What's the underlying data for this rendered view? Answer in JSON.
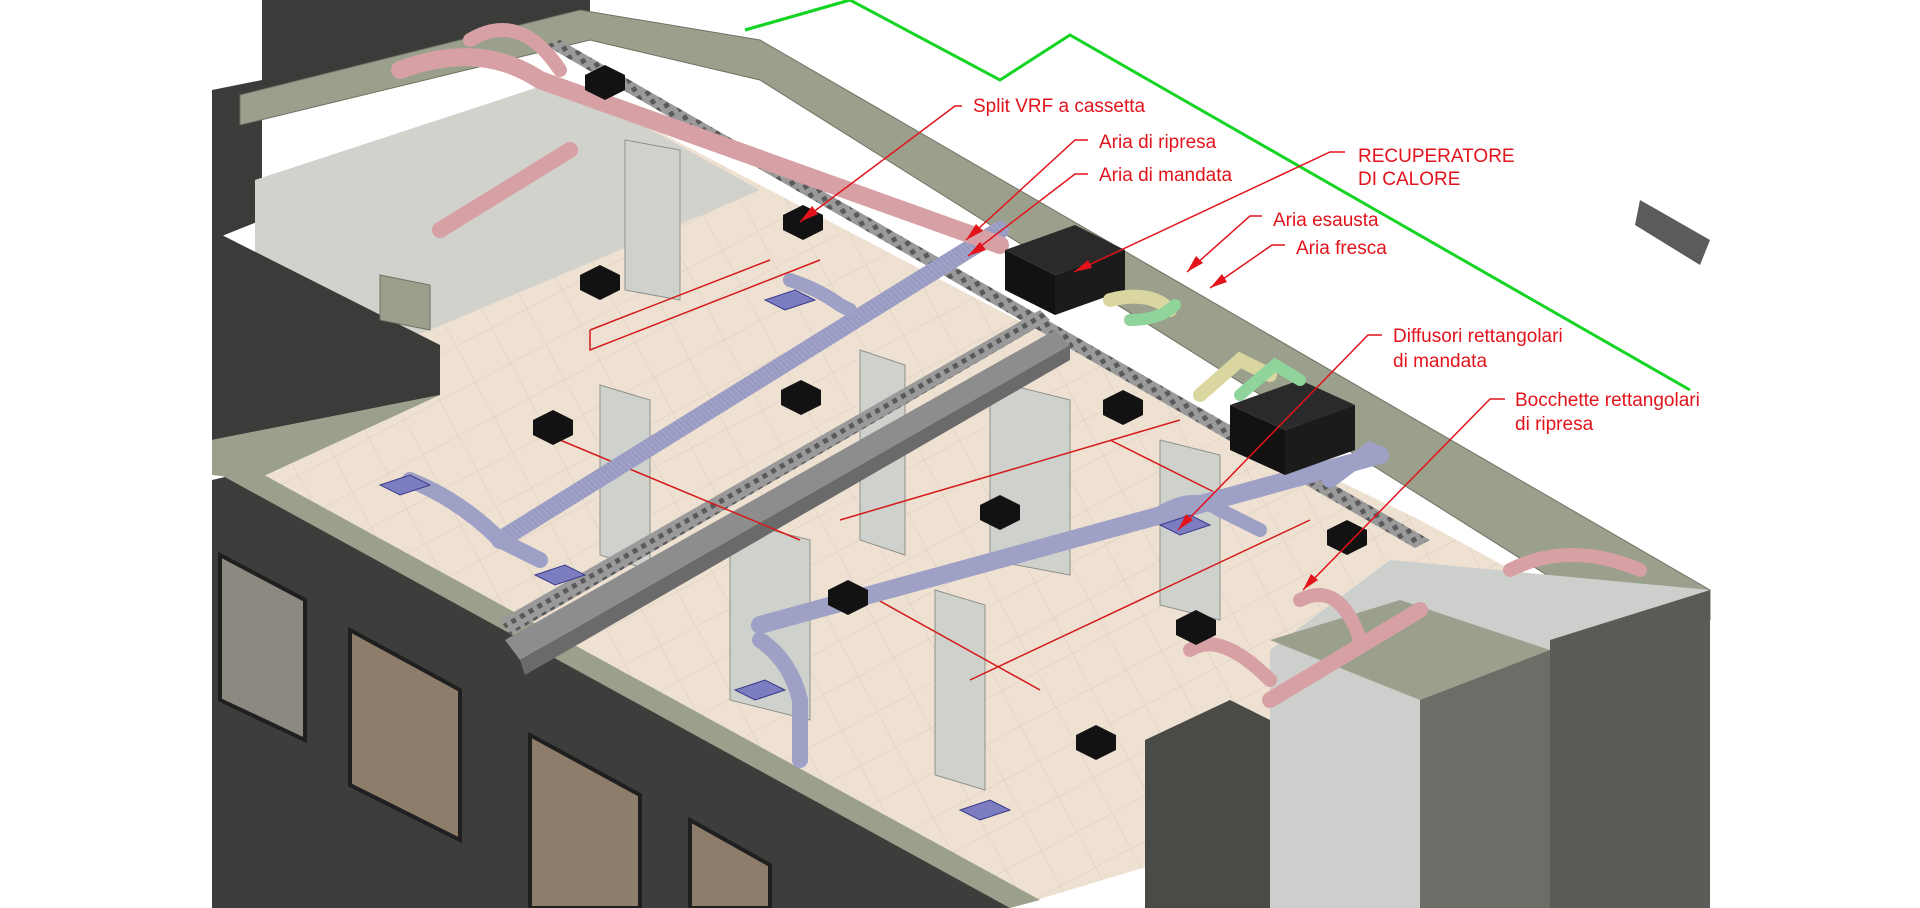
{
  "colors": {
    "annotation": "#e2131b",
    "wall": "#3d3d3b",
    "wall_top": "#9aa08c",
    "floor": "#efe1d2",
    "duct_supply": "#9fa0c6",
    "duct_return": "#d6a0a4",
    "cable_tray": "#8d8d8d",
    "unit": "#121212",
    "outline": "#15d424",
    "grid": "#c9d3cf"
  },
  "annotations": [
    {
      "id": "split-vrf",
      "lines": [
        "Split VRF a cassetta"
      ]
    },
    {
      "id": "aria-ripresa",
      "lines": [
        "Aria di ripresa"
      ]
    },
    {
      "id": "aria-mandata",
      "lines": [
        "Aria di mandata"
      ]
    },
    {
      "id": "recuperatore",
      "lines": [
        "RECUPERATORE",
        "DI CALORE"
      ]
    },
    {
      "id": "aria-esausta",
      "lines": [
        "Aria esausta"
      ]
    },
    {
      "id": "aria-fresca",
      "lines": [
        "Aria fresca"
      ]
    },
    {
      "id": "diffusori",
      "lines": [
        "Diffusori rettangolari",
        "di mandata"
      ]
    },
    {
      "id": "bocchette",
      "lines": [
        "Bocchette rettangolari",
        "di ripresa"
      ]
    }
  ]
}
